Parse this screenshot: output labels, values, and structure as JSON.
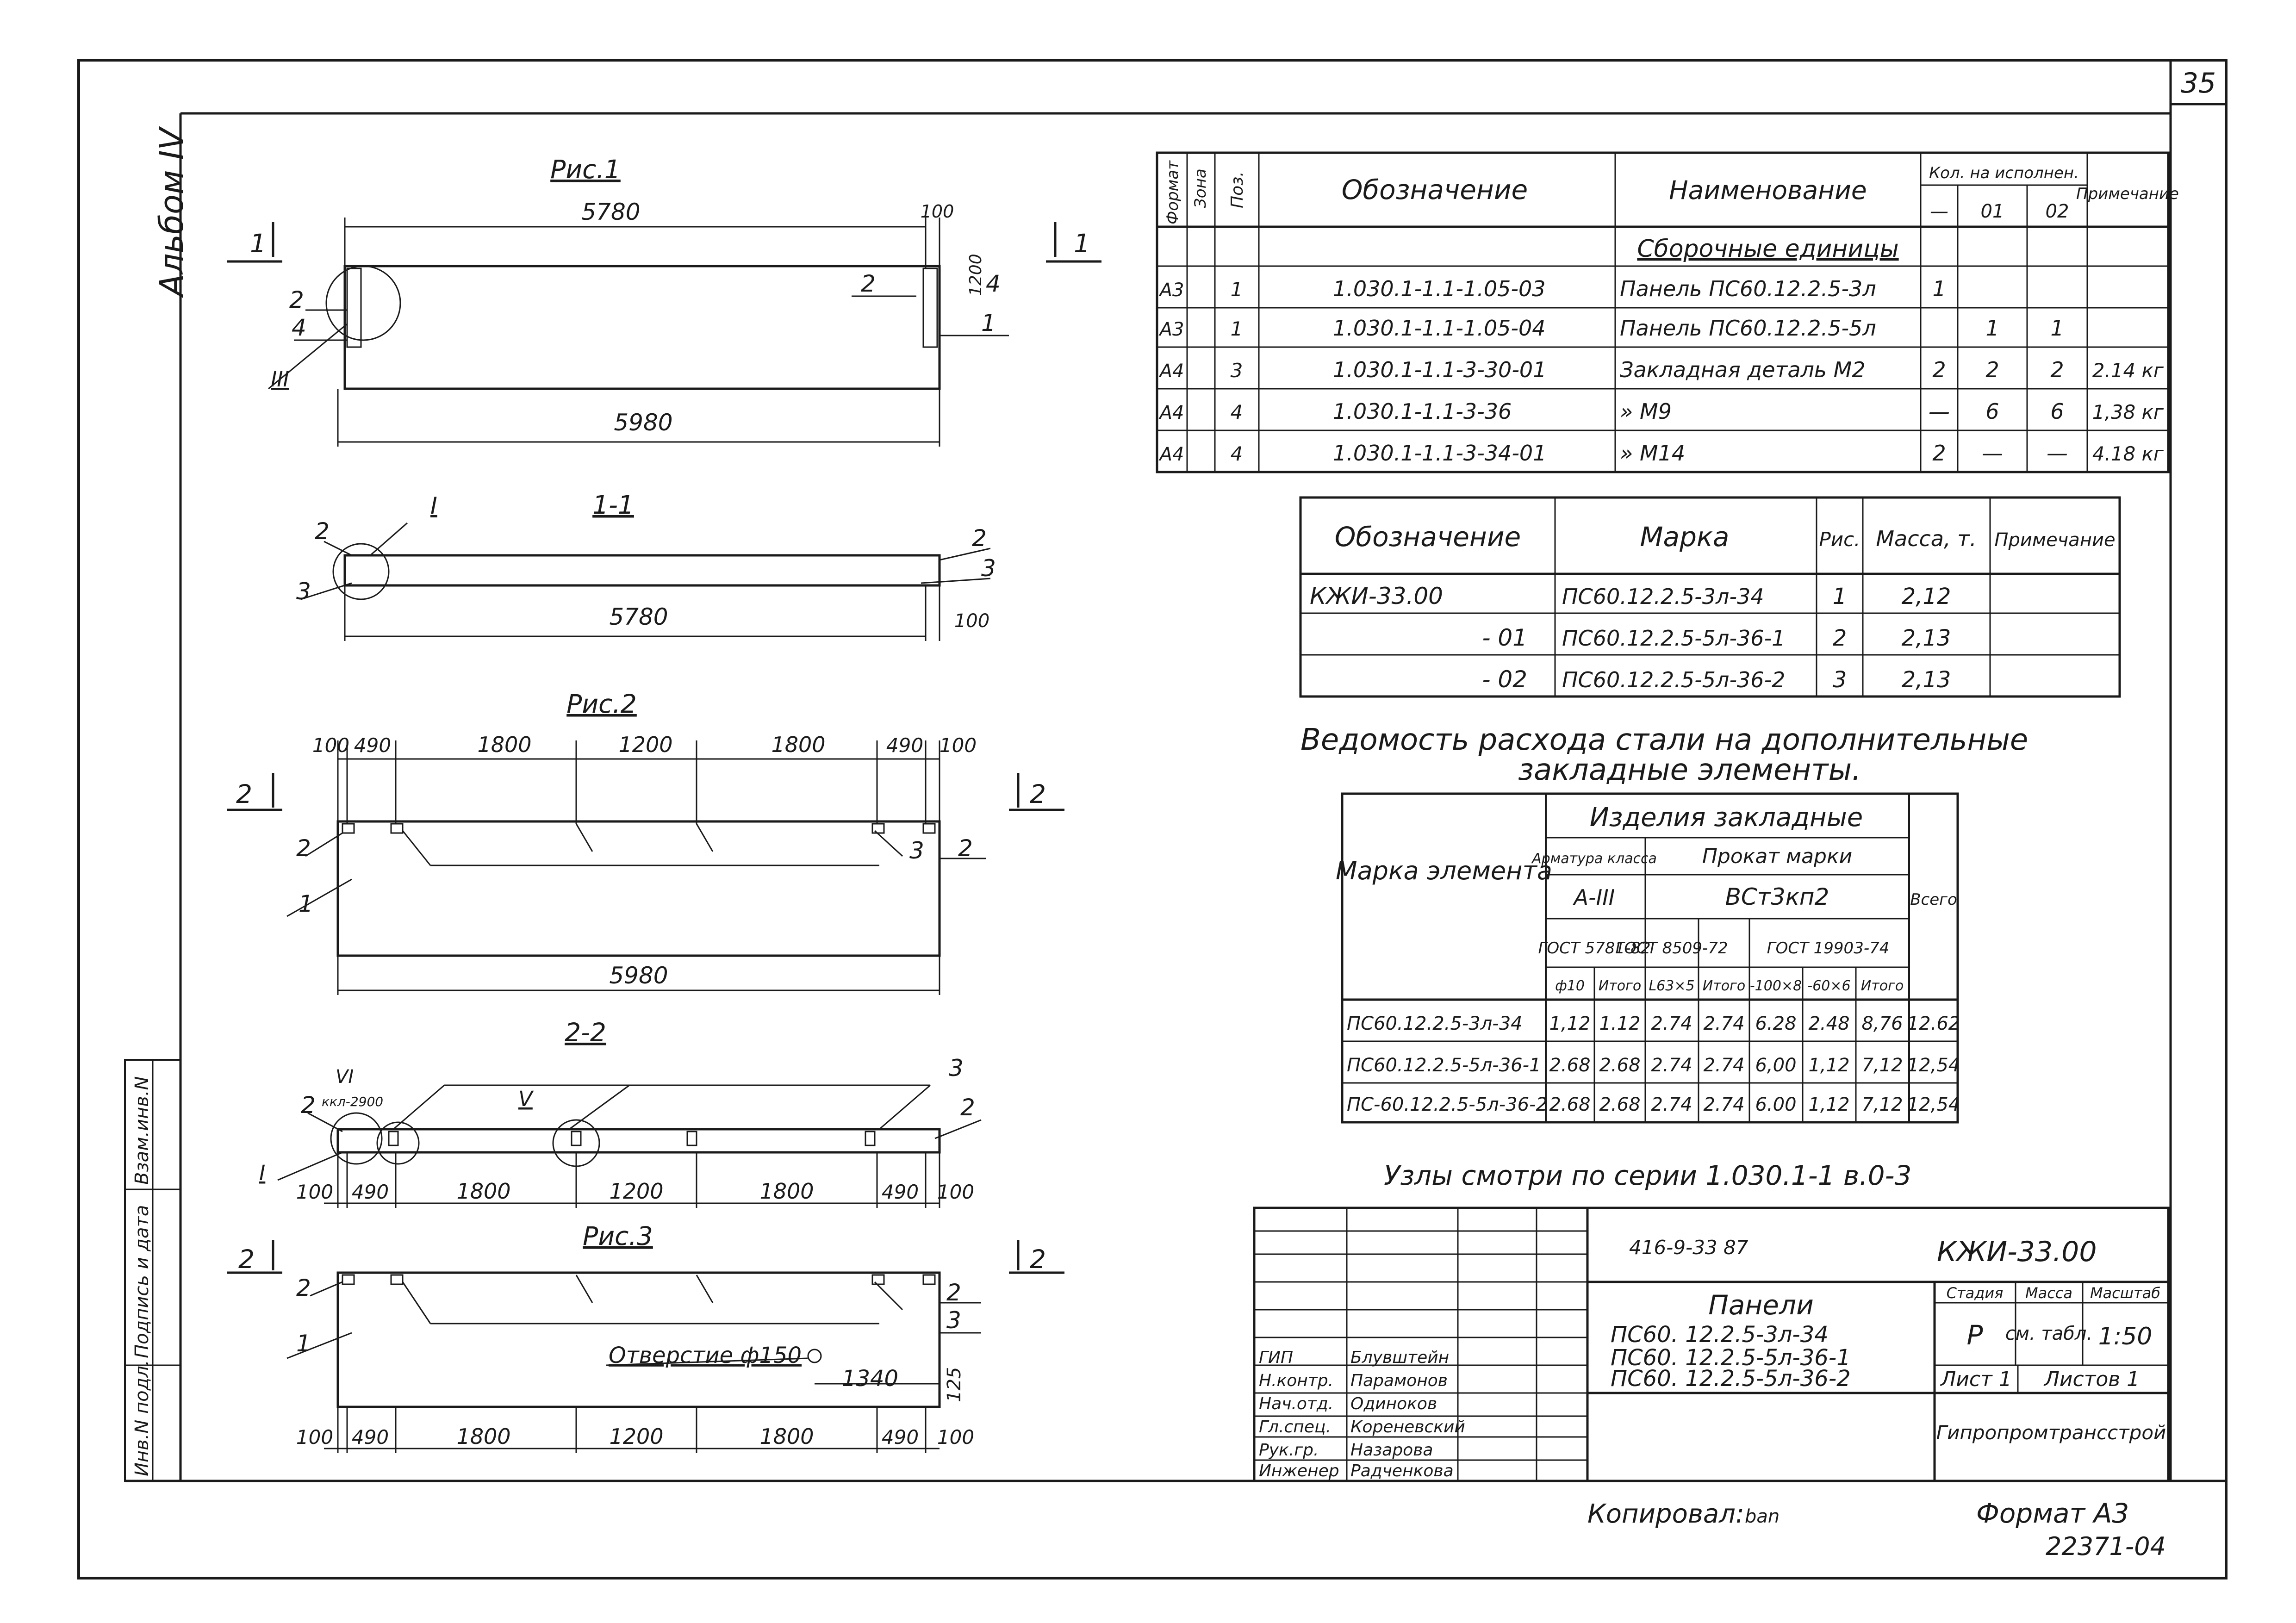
{
  "sheet": {
    "page_number": "35",
    "album_label": "Альбом IV",
    "copied_by_label": "Копировал:",
    "copied_by_sign": "ban",
    "format_label": "Формат А3",
    "archive_number": "22371-04"
  },
  "drawings": {
    "fig1": {
      "title": "Рис.1",
      "cut_marks": [
        "1",
        "1"
      ],
      "dim_top": "5780",
      "dim_top_right": "100",
      "dim_side": "1200",
      "dim_bottom": "5980",
      "callouts": [
        "2",
        "4",
        "III",
        "2",
        "4",
        "1"
      ]
    },
    "section11": {
      "title": "1-1",
      "node_mark": "I",
      "callouts": [
        "2",
        "3",
        "2",
        "3"
      ],
      "dim_bottom": "5780",
      "dim_right": "100"
    },
    "fig2": {
      "title": "Рис.2",
      "cut_marks": [
        "2",
        "2"
      ],
      "dims_top": [
        "100",
        "490",
        "1800",
        "1200",
        "1800",
        "490",
        "100"
      ],
      "dim_bottom": "5980",
      "callouts": [
        "2",
        "1",
        "3",
        "2"
      ]
    },
    "section22": {
      "title": "2-2",
      "node_marks": [
        "VI",
        "V",
        "I"
      ],
      "level_mark": "ккл-2900",
      "callouts": [
        "2",
        "3",
        "2"
      ],
      "dims_bottom": [
        "100",
        "490",
        "1800",
        "1200",
        "1800",
        "490",
        "100"
      ]
    },
    "fig3": {
      "title": "Рис.3",
      "cut_marks": [
        "2",
        "2"
      ],
      "hole_label": "Отверстие ф150",
      "dim_hole_x": "1340",
      "dim_hole_y": "125",
      "callouts": [
        "2",
        "1",
        "2",
        "3"
      ],
      "dims_bottom": [
        "100",
        "490",
        "1800",
        "1200",
        "1800",
        "490",
        "100"
      ]
    }
  },
  "spec_table": {
    "headers": {
      "format": "Формат",
      "zone": "Зона",
      "pos": "Поз.",
      "designation": "Обозначение",
      "name": "Наименование",
      "qty_group": "Кол. на исполнен.",
      "qty_cols": [
        "—",
        "01",
        "02"
      ],
      "note": "Примечание"
    },
    "section_title": "Сборочные единицы",
    "rows": [
      {
        "format": "А3",
        "zone": "",
        "pos": "1",
        "designation": "1.030.1-1.1-1.05-03",
        "name": "Панель ПС60.12.2.5-3л",
        "q0": "1",
        "q1": "",
        "q2": "",
        "note": ""
      },
      {
        "format": "А3",
        "zone": "",
        "pos": "1",
        "designation": "1.030.1-1.1-1.05-04",
        "name": "Панель ПС60.12.2.5-5л",
        "q0": "",
        "q1": "1",
        "q2": "1",
        "note": ""
      },
      {
        "format": "А4",
        "zone": "",
        "pos": "3",
        "designation": "1.030.1-1.1-3-30-01",
        "name": "Закладная деталь М2",
        "q0": "2",
        "q1": "2",
        "q2": "2",
        "note": "2.14 кг"
      },
      {
        "format": "А4",
        "zone": "",
        "pos": "4",
        "designation": "1.030.1-1.1-3-36",
        "name": "»                 М9",
        "q0": "—",
        "q1": "6",
        "q2": "6",
        "note": "1,38 кг"
      },
      {
        "format": "А4",
        "zone": "",
        "pos": "4",
        "designation": "1.030.1-1.1-3-34-01",
        "name": "»                 М14",
        "q0": "2",
        "q1": "—",
        "q2": "—",
        "note": "4.18 кг"
      }
    ]
  },
  "marks_table": {
    "headers": [
      "Обозначение",
      "Марка",
      "Рис.",
      "Масса, т.",
      "Примечание"
    ],
    "rows": [
      [
        "КЖИ-33.00",
        "ПС60.12.2.5-3л-34",
        "1",
        "2,12",
        ""
      ],
      [
        "- 01",
        "ПС60.12.2.5-5л-36-1",
        "2",
        "2,13",
        ""
      ],
      [
        "- 02",
        "ПС60.12.2.5-5л-36-2",
        "3",
        "2,13",
        ""
      ]
    ]
  },
  "steel_table": {
    "title_line1": "Ведомость расхода стали на дополнительные",
    "title_line2": "закладные элементы.",
    "head_mark": "Марка элемента",
    "head_items": "Изделия закладные",
    "head_rebar": "Арматура класса",
    "head_rolled": "Прокат марки",
    "rebar_class": "А-III",
    "steel_grade": "ВСт3кп2",
    "gost1": "ГОСТ 5781-82",
    "gost2": "ГОСТ 8509-72",
    "gost3": "ГОСТ 19903-74",
    "cols": [
      "ф10",
      "Итого",
      "L63×5",
      "Итого",
      "-100×8",
      "-60×6",
      "Итого"
    ],
    "total_head": "Всего",
    "rows": [
      [
        "ПС60.12.2.5-3л-34",
        "1,12",
        "1.12",
        "2.74",
        "2.74",
        "6.28",
        "2.48",
        "8,76",
        "12.62"
      ],
      [
        "ПС60.12.2.5-5л-36-1",
        "2.68",
        "2.68",
        "2.74",
        "2.74",
        "6,00",
        "1,12",
        "7,12",
        "12,54"
      ],
      [
        "ПС-60.12.2.5-5л-36-2",
        "2.68",
        "2.68",
        "2.74",
        "2.74",
        "6.00",
        "1,12",
        "7,12",
        "12,54"
      ]
    ]
  },
  "nodes_note": "Узлы смотри по серии 1.030.1-1 в.0-3",
  "title_block": {
    "project_code": "416-9-33 87",
    "doc_code": "КЖИ-33.00",
    "title": "Панели",
    "items": [
      "ПС60. 12.2.5-3л-34",
      "ПС60. 12.2.5-5л-36-1",
      "ПС60. 12.2.5-5л-36-2"
    ],
    "stage_label": "Стадия",
    "mass_label": "Масса",
    "scale_label": "Масштаб",
    "stage": "Р",
    "mass": "см. табл.",
    "scale": "1:50",
    "sheet": "Лист 1",
    "sheets": "Листов 1",
    "organization": "Гипропромтрансстрой",
    "roles": [
      {
        "role": "ГИП",
        "name": "Блувштейн"
      },
      {
        "role": "Н.контр.",
        "name": "Парамонов"
      },
      {
        "role": "Нач.отд.",
        "name": "Одиноков"
      },
      {
        "role": "Гл.спец.",
        "name": "Кореневский"
      },
      {
        "role": "Рук.гр.",
        "name": "Назарова"
      },
      {
        "role": "Инженер",
        "name": "Радченкова"
      }
    ]
  },
  "side_stamp": [
    "Инв.N подл.",
    "Подпись и дата",
    "Взам.инв.N"
  ]
}
